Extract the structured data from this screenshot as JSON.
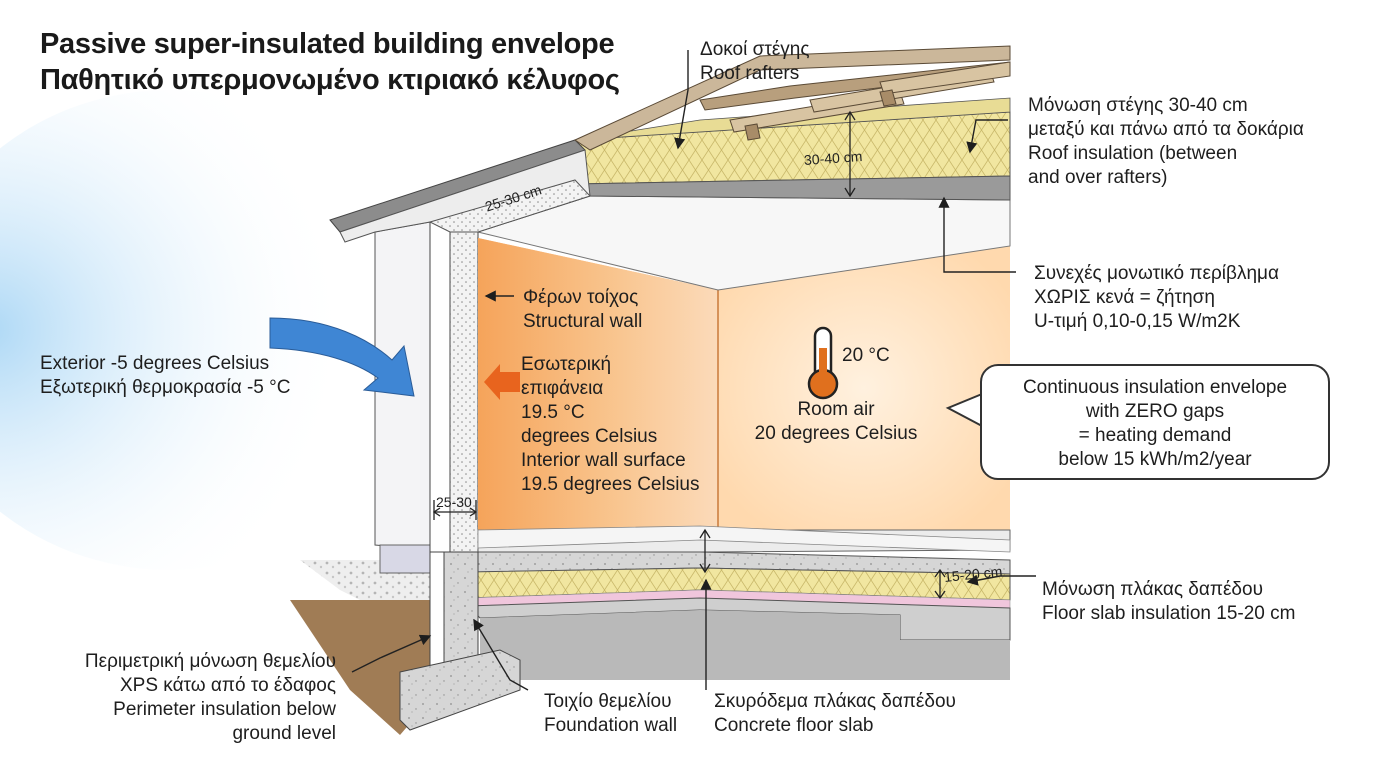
{
  "title": {
    "line1": "Passive super-insulated building envelope",
    "line2": "Παθητικό υπερμονωμένο κτιριακό κέλυφος"
  },
  "labels": {
    "roof_rafters": [
      "Δοκοί στέγης",
      "Roof rafters"
    ],
    "roof_insulation": [
      "Μόνωση στέγης 30-40 cm",
      "μεταξύ και πάνω από τα δοκάρια",
      "Roof insulation (between",
      "and over rafters)"
    ],
    "continuous_envelope_gr": [
      "Συνεχές μονωτικό περίβλημα",
      "ΧΩΡΙΣ κενά = ζήτηση",
      "U-τιμή 0,10-0,15 W/m2K"
    ],
    "structural_wall": [
      "Φέρων τοίχος",
      "Structural wall"
    ],
    "exterior": [
      "Exterior -5 degrees Celsius",
      "Εξωτερική θερμοκρασία -5 °C"
    ],
    "interior_surface": [
      "Εσωτερική",
      "επιφάνεια",
      "19.5 °C",
      "degrees Celsius",
      "Interior wall surface",
      "19.5 degrees Celsius"
    ],
    "room_temp": "20 °C",
    "room_air": [
      "Room air",
      "20 degrees Celsius"
    ],
    "callout": [
      "Continuous insulation envelope",
      "with ZERO gaps",
      "= heating demand",
      "below 15 kWh/m2/year"
    ],
    "floor_insulation": [
      "Μόνωση πλάκας δαπέδου",
      "Floor slab insulation 15-20 cm"
    ],
    "perimeter_insulation": [
      "Περιμετρική μόνωση θεμελίου",
      "XPS κάτω από το έδαφος",
      "Perimeter insulation below",
      "ground level"
    ],
    "foundation_wall": [
      "Τοιχίο θεμελίου",
      "Foundation wall"
    ],
    "concrete_slab": [
      "Σκυρόδεμα πλάκας δαπέδου",
      "Concrete floor slab"
    ]
  },
  "dimensions": {
    "roof": "30-40 cm",
    "wall_top": "25-30 cm",
    "wall_bottom": "25-30",
    "floor": "15-20 cm"
  },
  "colors": {
    "insulation": "#f1e6a0",
    "interior_warm": "#f7a85c",
    "cold_arrow": "#3f86d4",
    "heat_arrow": "#e8641e",
    "thermometer": "#e0701e"
  }
}
